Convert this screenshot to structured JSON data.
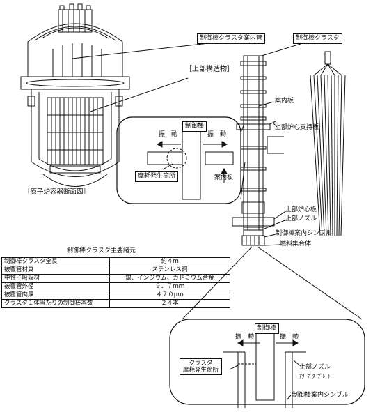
{
  "labels": {
    "guide_tube_title": "制御棒クラスタ案内管",
    "cluster_title": "制御棒クラスタ",
    "upper_structure": "［上部構造物］",
    "vessel_caption": "［原子炉容器断面図］",
    "guide_plate": "案内板",
    "upper_core_support_plate": "上部炉心支持板",
    "upper_core_plate": "上部炉心板",
    "upper_nozzle": "上部ノズル",
    "guide_thimble": "制御棒案内シンブル",
    "fuel_assembly": "燃料集合体",
    "control_rod_1": "制御棒",
    "vibration_left_1": "振　動",
    "vibration_right_1": "振　動",
    "wear_point_1": "摩耗発生箇所",
    "guide_plate_2": "案内板",
    "control_rod_2": "制御棒",
    "vibration_left_2": "振　動",
    "vibration_right_2": "振　動",
    "wear_point_2a": "クラスタ",
    "wear_point_2b": "摩耗発生箇所",
    "upper_nozzle_2": "上部ノズル",
    "adapter_plate": "ｱﾀﾞﾌﾟﾀｰﾌﾟﾚｰﾄ",
    "guide_thimble_2": "制御棒案内シンブル"
  },
  "spec_table": {
    "title": "制御棒クラスタ主要諸元",
    "rows": [
      {
        "key": "制御棒クラスタ全長",
        "value": "約４ｍ"
      },
      {
        "key": "被覆管材質",
        "value": "ステンレス鋼"
      },
      {
        "key": "中性子吸収材",
        "value": "銀、インジウム、カドミウム合金"
      },
      {
        "key": "被覆管外径",
        "value": "９．７ｍｍ"
      },
      {
        "key": "被覆管肉厚",
        "value": "４７０μｍ"
      },
      {
        "key": "クラスタ１体当たりの制御棒本数",
        "value": "２４本"
      }
    ]
  }
}
